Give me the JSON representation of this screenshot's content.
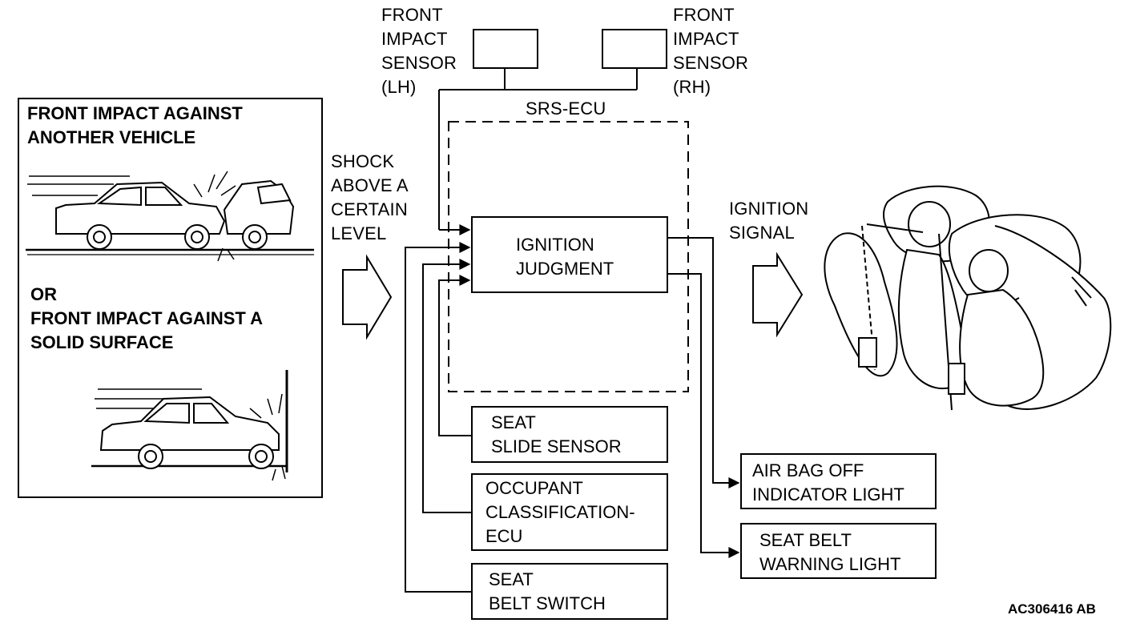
{
  "scenario": {
    "line1": "FRONT IMPACT AGAINST",
    "line2": "ANOTHER VEHICLE",
    "or_label": "OR",
    "line3": "FRONT IMPACT AGAINST A",
    "line4": "SOLID SURFACE"
  },
  "shock": {
    "l1": "SHOCK",
    "l2": "ABOVE A",
    "l3": "CERTAIN",
    "l4": "LEVEL"
  },
  "sensor_lh": {
    "l1": "FRONT",
    "l2": "IMPACT",
    "l3": "SENSOR",
    "l4": "(LH)"
  },
  "sensor_rh": {
    "l1": "FRONT",
    "l2": "IMPACT",
    "l3": "SENSOR",
    "l4": "(RH)"
  },
  "ecu": {
    "label": "SRS-ECU",
    "judgment_l1": "IGNITION",
    "judgment_l2": "JUDGMENT"
  },
  "inputs": {
    "slide_l1": "SEAT",
    "slide_l2": "SLIDE SENSOR",
    "occ_l1": "OCCUPANT",
    "occ_l2": "CLASSIFICATION-",
    "occ_l3": "ECU",
    "belt_l1": "SEAT",
    "belt_l2": "BELT SWITCH"
  },
  "outputs": {
    "ignition_l1": "IGNITION",
    "ignition_l2": "SIGNAL",
    "airbag_l1": "AIR BAG OFF",
    "airbag_l2": "INDICATOR LIGHT",
    "seatbelt_l1": "SEAT BELT",
    "seatbelt_l2": "WARNING LIGHT"
  },
  "figure_code": "AC306416 AB"
}
